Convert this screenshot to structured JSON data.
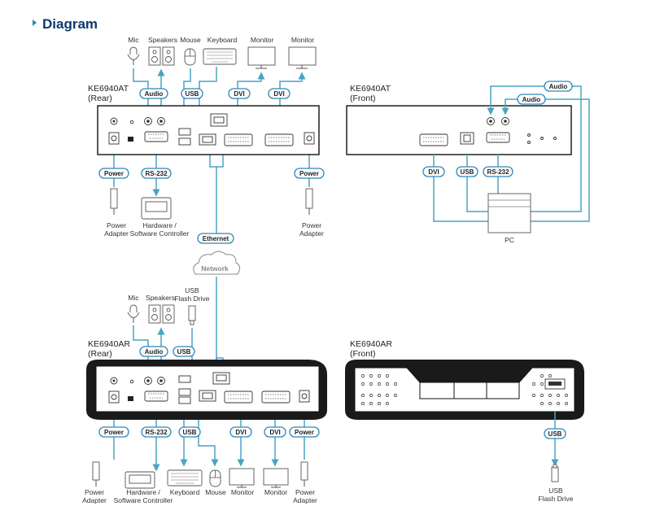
{
  "heading": "Diagram",
  "devices": {
    "at_rear": {
      "name": "KE6940AT",
      "side": "(Rear)"
    },
    "at_front": {
      "name": "KE6940AT",
      "side": "(Front)"
    },
    "ar_rear": {
      "name": "KE6940AR",
      "side": "(Rear)"
    },
    "ar_front": {
      "name": "KE6940AR",
      "side": "(Front)"
    }
  },
  "peripherals": {
    "mic": "Mic",
    "speakers": "Speakers",
    "mouse": "Mouse",
    "keyboard": "Keyboard",
    "monitor": "Monitor",
    "usb_flash_line1": "USB",
    "usb_flash_line2": "Flash Drive",
    "power_adapter_line1": "Power",
    "power_adapter_line2": "Adapter",
    "hw_controller_line1": "Hardware /",
    "hw_controller_line2": "Software Controller",
    "pc": "PC"
  },
  "ports": {
    "audio": "Audio",
    "usb": "USB",
    "dvi": "DVI",
    "power": "Power",
    "rs232": "RS-232",
    "ethernet": "Ethernet"
  },
  "network": "Network",
  "colors": {
    "heading": "#0b3a6e",
    "accent": "#2c88b8",
    "wire": "#4aa3c4",
    "body": "#111111"
  }
}
